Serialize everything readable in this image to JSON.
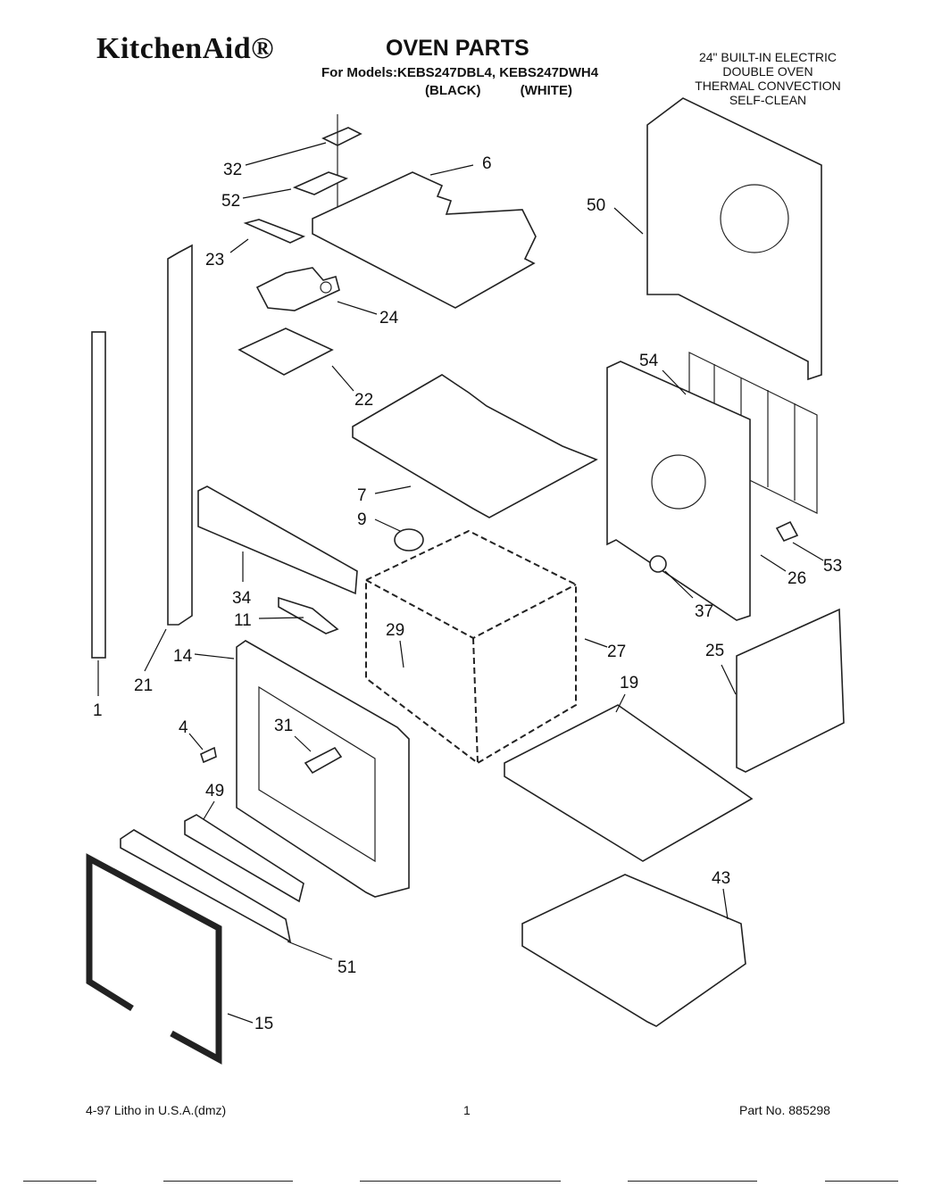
{
  "header": {
    "brand": "KitchenAid®",
    "title": "OVEN PARTS",
    "models_line": "For Models:KEBS247DBL4, KEBS247DWH4",
    "variants": [
      "(BLACK)",
      "(WHITE)"
    ],
    "description": [
      "24\" BUILT-IN ELECTRIC",
      "DOUBLE OVEN",
      "THERMAL CONVECTION",
      "SELF-CLEAN"
    ]
  },
  "callouts": [
    "32",
    "6",
    "52",
    "50",
    "23",
    "24",
    "22",
    "54",
    "7",
    "9",
    "34",
    "11",
    "29",
    "14",
    "4",
    "21",
    "1",
    "27",
    "37",
    "26",
    "53",
    "25",
    "19",
    "31",
    "49",
    "43",
    "51",
    "15"
  ],
  "footer": {
    "litho": "4-97 Litho in U.S.A.(dmz)",
    "page": "1",
    "part_no": "Part No. 885298"
  }
}
